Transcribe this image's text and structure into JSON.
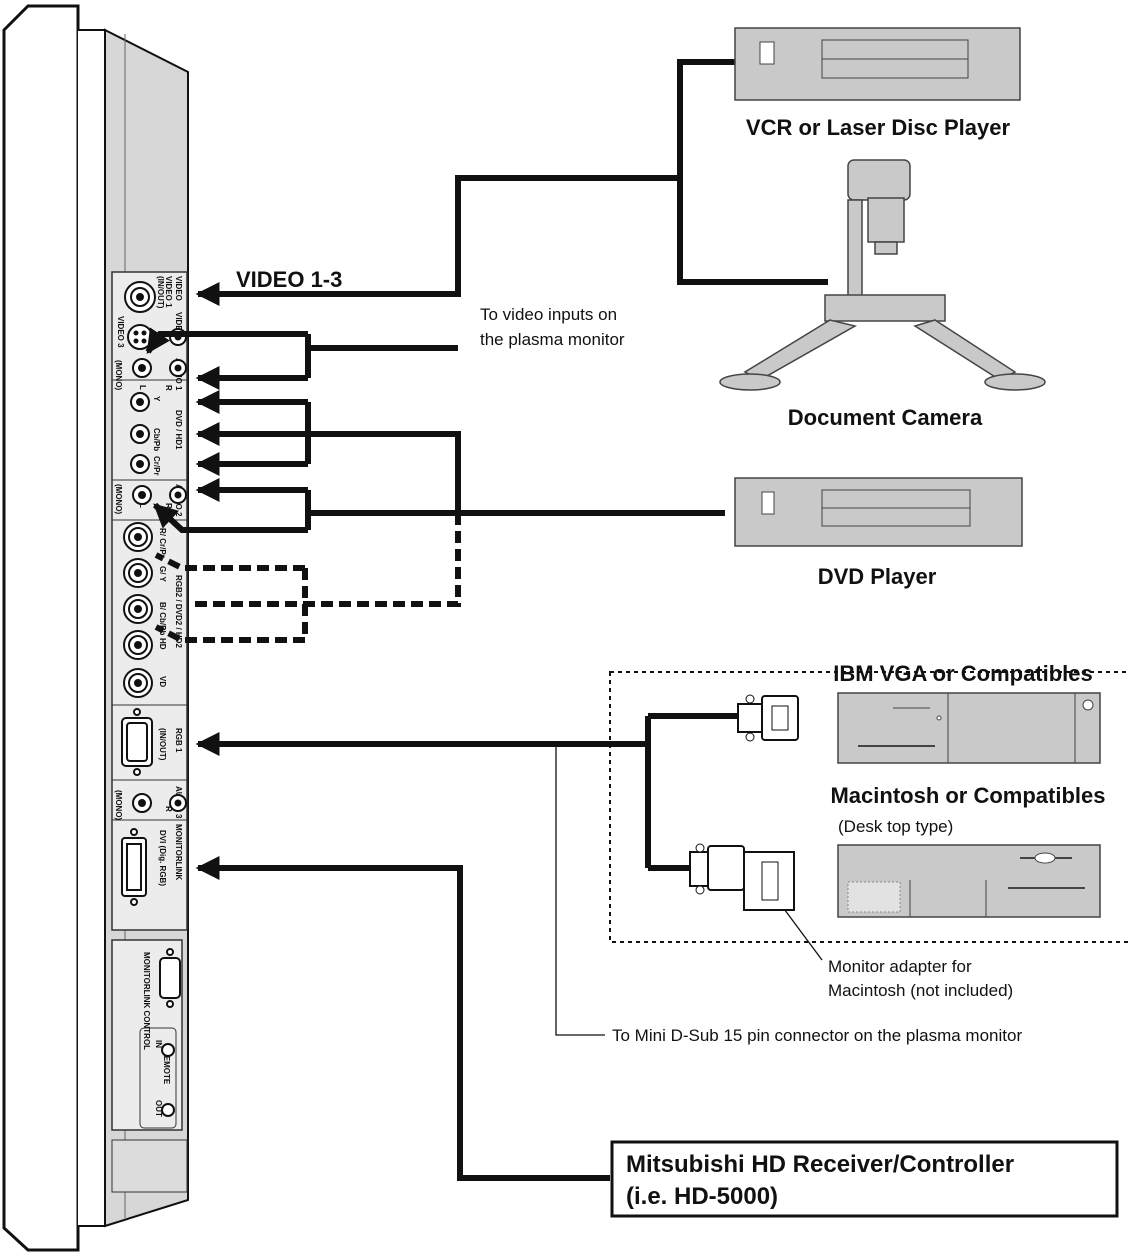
{
  "labels": {
    "video_1_3": "VIDEO 1-3",
    "video_inputs_note_line1": "To video inputs on",
    "video_inputs_note_line2": "the plasma monitor",
    "vcr": "VCR or Laser Disc Player",
    "document_camera": "Document Camera",
    "dvd_player": "DVD Player",
    "ibm_vga": "IBM VGA or Compatibles",
    "macintosh": "Macintosh or Compatibles",
    "desktop_type": "(Desk top type)",
    "adapter_line1": "Monitor adapter for",
    "adapter_line2": "Macintosh (not included)",
    "mini_dsub": "To Mini D-Sub 15 pin connector on the plasma monitor",
    "receiver_line1": "Mitsubishi HD Receiver/Controller",
    "receiver_line2": "(i.e. HD-5000)"
  },
  "panel": {
    "video": "VIDEO",
    "video1": "VIDEO 1",
    "inout": "(IN/OUT)",
    "video2": "VIDEO 2",
    "video3": "VIDEO 3",
    "audio1": "AUDIO 1",
    "dvd_hd1": "DVD / HD1",
    "y": "Y",
    "cb_pb": "Cb/Pb",
    "cr_pr": "Cr/Pr",
    "audio2": "AUDIO 2",
    "rgb2": "RGB2 / DVD2 / HD2",
    "r_cr": "R/ Cr/Pr",
    "g_y": "G/ Y",
    "b_cb": "B/ Cb/Pb",
    "hd": "HD",
    "vd": "VD",
    "rgb1": "RGB 1",
    "rgb_inout": "(IN/OUT)",
    "audio3": "AUDIO 3",
    "monitorlink": "MONITORLINK",
    "dvi": "DVI (Dig. RGB)",
    "control": "MONITORLINK CONTROL",
    "remote": "REMOTE",
    "in": "IN",
    "out": "OUT",
    "mono": "(MONO)",
    "l": "L",
    "r": "R"
  }
}
